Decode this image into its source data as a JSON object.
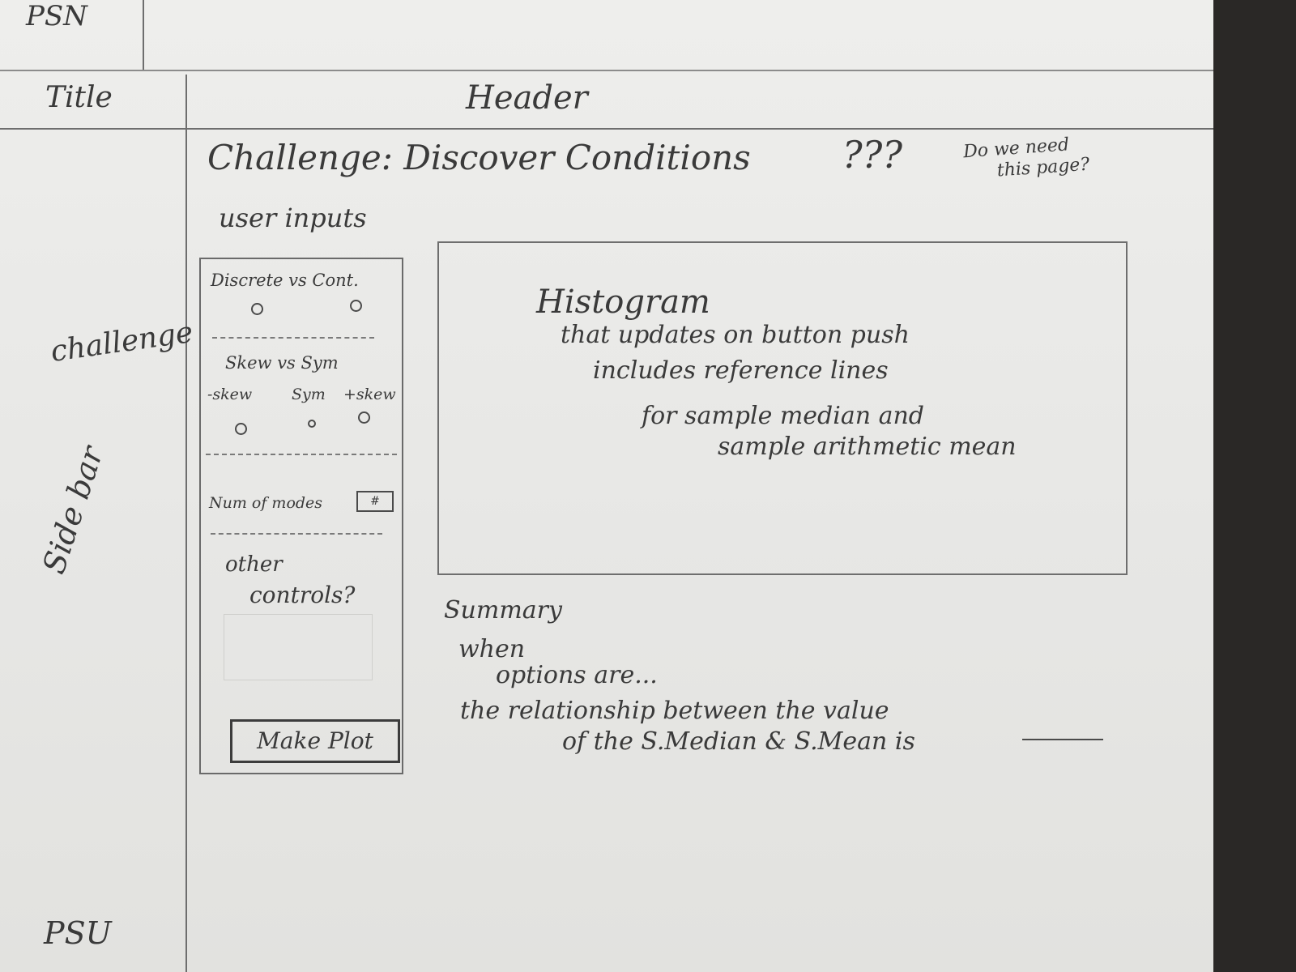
{
  "layout": {
    "corner_top": "PSN",
    "title_cell": "Title",
    "header_cell": "Header",
    "corner_bottom": "PSU"
  },
  "sidebar": {
    "challenge_item": "challenge",
    "label": "Side bar"
  },
  "main": {
    "challenge_heading": "Challenge: Discover Conditions",
    "question_marks": "???",
    "note_line1": "Do we need",
    "note_line2": "this page?"
  },
  "inputs": {
    "section_label": "user inputs",
    "discrete_vs_cont": {
      "label": "Discrete vs Cont."
    },
    "skew": {
      "label": "Skew vs Sym",
      "options": [
        "-skew",
        "Sym",
        "+skew"
      ]
    },
    "num_modes": {
      "label": "Num of modes",
      "value": "#"
    },
    "other_controls": {
      "line1": "other",
      "line2": "controls?"
    },
    "make_plot_label": "Make Plot"
  },
  "histogram": {
    "title": "Histogram",
    "lines": [
      "that updates on button push",
      "includes reference lines",
      "for sample median and",
      "sample arithmetic mean"
    ]
  },
  "summary": {
    "title": "Summary",
    "line1": "when",
    "line2": "options are...",
    "line3": "the relationship between the value",
    "line4": "of the S.Median & S.Mean is"
  }
}
